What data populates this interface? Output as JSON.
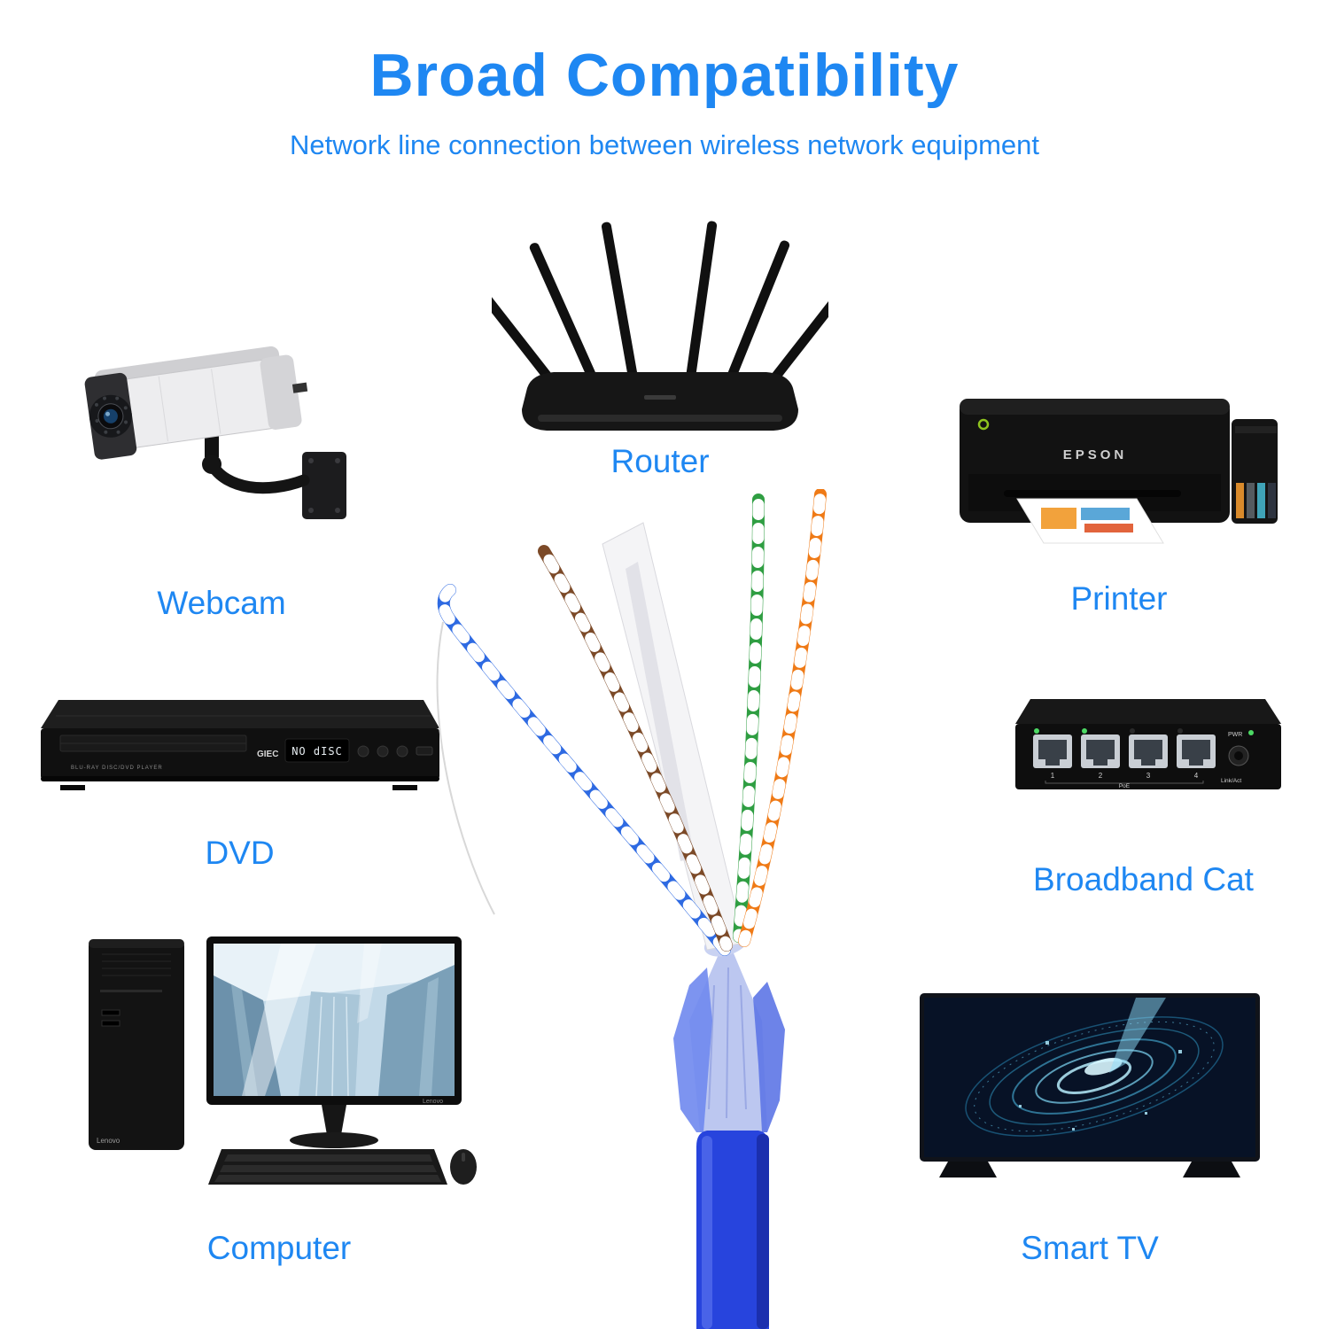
{
  "colors": {
    "accent": "#1e87f2",
    "cable_jacket": "#2744dd",
    "pair_blue": "#2e6ae2",
    "pair_brown": "#7c4a28",
    "pair_green": "#2f9e42",
    "pair_orange": "#ef7a16"
  },
  "header": {
    "title": "Broad Compatibility",
    "subtitle": "Network line connection between wireless network equipment"
  },
  "devices": {
    "router": {
      "label": "Router"
    },
    "webcam": {
      "label": "Webcam"
    },
    "printer": {
      "label": "Printer",
      "brand": "EPSON"
    },
    "dvd": {
      "label": "DVD",
      "brand": "GIEC",
      "display": "NO dISC",
      "panel_text": "BLU-RAY DISC/DVD PLAYER"
    },
    "broadband_cat": {
      "label": "Broadband Cat",
      "port_numbers": [
        "1",
        "2",
        "3",
        "4"
      ],
      "pwr": "PWR",
      "link": "Link/Act",
      "poe": "PoE"
    },
    "computer": {
      "label": "Computer",
      "tower_brand": "Lenovo",
      "monitor_brand": "Lenovo"
    },
    "smart_tv": {
      "label": "Smart TV"
    }
  }
}
